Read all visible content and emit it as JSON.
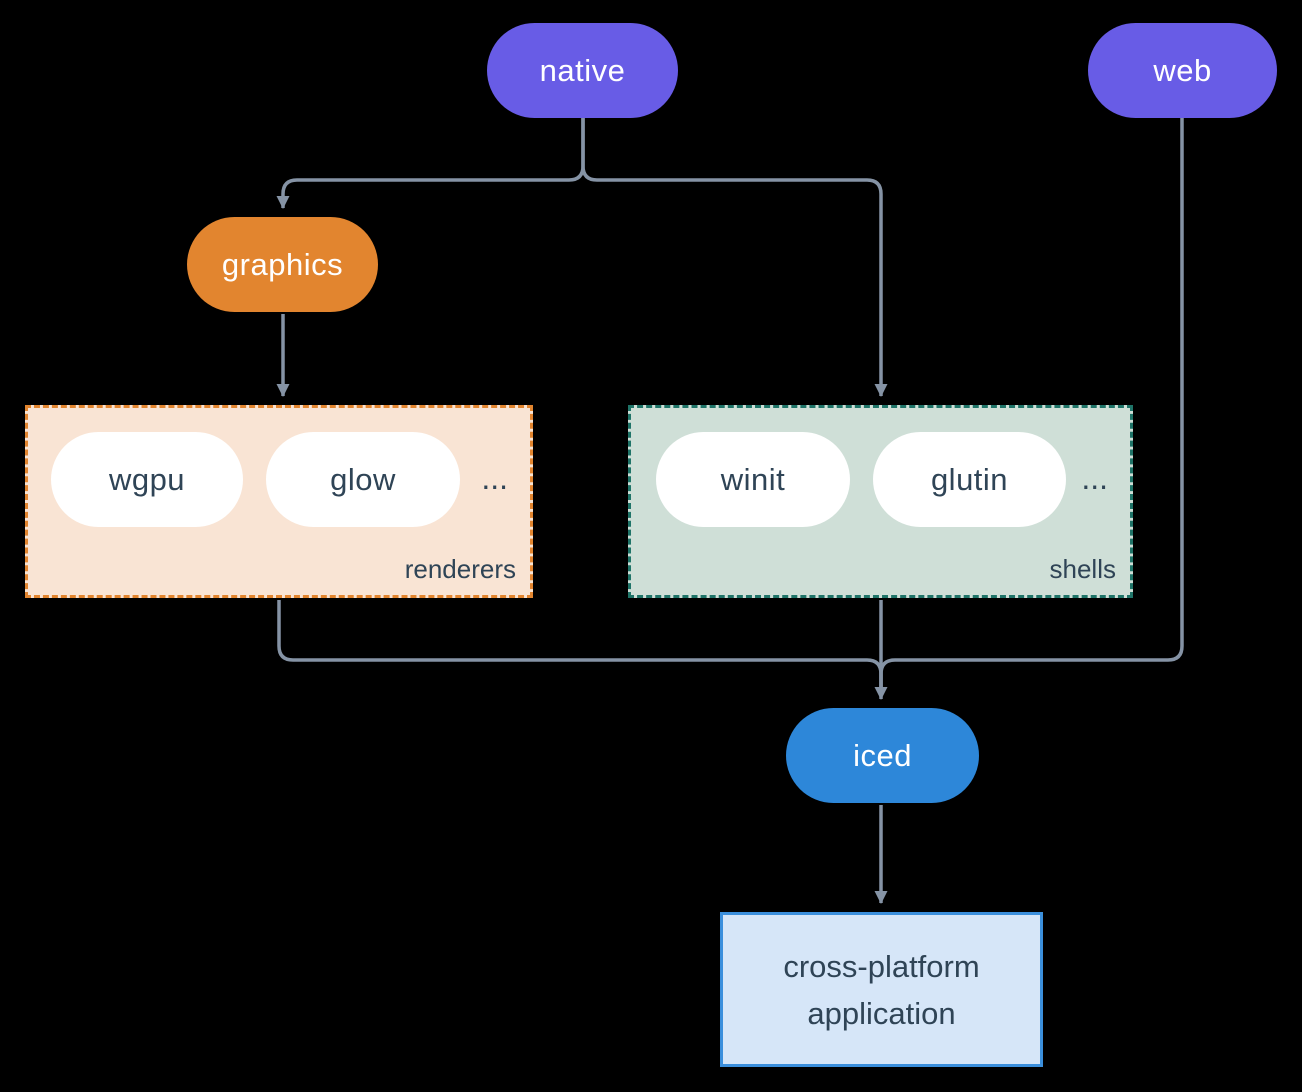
{
  "diagram": {
    "background_color": "#000000",
    "connector_color": "#8593a5",
    "nodes": {
      "native": {
        "label": "native",
        "fill": "#685ce6",
        "text_color": "#ffffff"
      },
      "web": {
        "label": "web",
        "fill": "#685ce6",
        "text_color": "#ffffff"
      },
      "graphics": {
        "label": "graphics",
        "fill": "#e2852f",
        "text_color": "#ffffff"
      },
      "iced": {
        "label": "iced",
        "fill": "#2d87d9",
        "text_color": "#ffffff"
      },
      "application": {
        "label_line1": "cross-platform",
        "label_line2": "application",
        "fill": "#d6e6f8",
        "border_color": "#3b8fdc",
        "text_color": "#2f4456"
      }
    },
    "groups": {
      "renderers": {
        "label": "renderers",
        "fill": "#f9e4d4",
        "border_color": "#e2852f",
        "items": [
          "wgpu",
          "glow"
        ],
        "ellipsis": "..."
      },
      "shells": {
        "label": "shells",
        "fill": "#cfdfd7",
        "border_color": "#1f7468",
        "items": [
          "winit",
          "glutin"
        ],
        "ellipsis": "..."
      }
    },
    "edges": [
      "native -> graphics",
      "native -> shells",
      "graphics -> renderers",
      "renderers -> iced",
      "shells -> iced",
      "web -> iced",
      "iced -> application"
    ]
  }
}
